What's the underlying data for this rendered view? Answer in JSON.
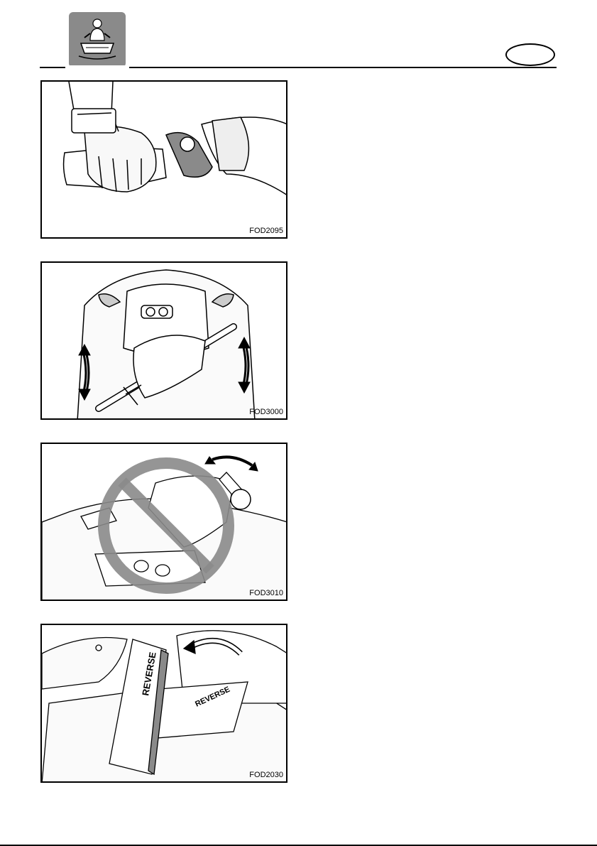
{
  "header": {
    "section_icon": "personal-watercraft-rider-icon",
    "language_badge": "",
    "colors": {
      "icon_background": "#8a8a8a",
      "rule": "#000000"
    }
  },
  "figures": [
    {
      "code": "FOD2095",
      "icon": "throttle-grip-hand-icon"
    },
    {
      "code": "FOD3000",
      "icon": "steering-handlebar-tilt-icon"
    },
    {
      "code": "FOD3010",
      "icon": "prohibited-handlebar-adjust-icon"
    },
    {
      "code": "FOD2030",
      "icon": "reverse-gate-lever-icon"
    }
  ]
}
